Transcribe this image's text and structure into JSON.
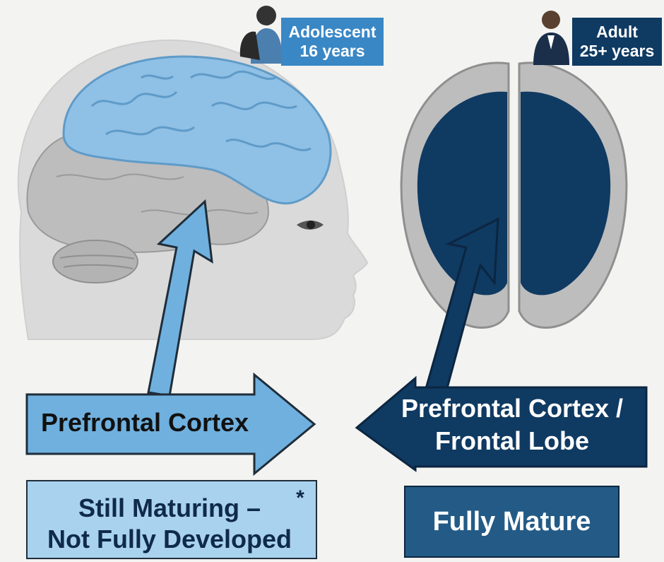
{
  "adolescent": {
    "title": "Adolescent",
    "age": "16 years"
  },
  "adult": {
    "title": "Adult",
    "age": "25+ years"
  },
  "left_arrow": {
    "label": "Prefrontal Cortex"
  },
  "right_arrow": {
    "line1": "Prefrontal Cortex /",
    "line2": "Frontal Lobe"
  },
  "left_status": {
    "line1": "Still Maturing –",
    "line2": "Not Fully Developed",
    "footnote_mark": "*"
  },
  "right_status": {
    "label": "Fully Mature"
  },
  "colors": {
    "light_blue": "#6fb0de",
    "light_blue_box": "#a9d2ee",
    "dark_navy": "#0f3a62",
    "mid_navy": "#245b86",
    "gray_cortex": "#bdbdbd"
  }
}
